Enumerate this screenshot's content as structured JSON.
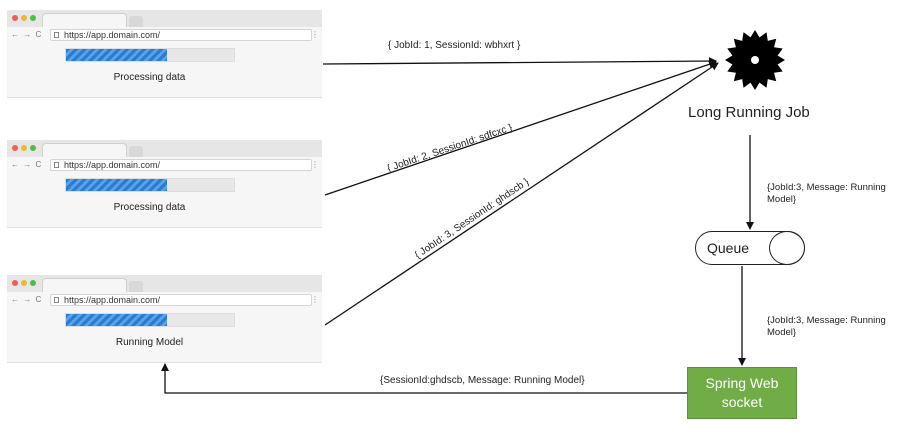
{
  "browsers": [
    {
      "url": "https://app.domain.com/",
      "status": "Processing data",
      "progress": 0.6
    },
    {
      "url": "https://app.domain.com/",
      "status": "Processing data",
      "progress": 0.6
    },
    {
      "url": "https://app.domain.com/",
      "status": "Running Model",
      "progress": 0.6
    }
  ],
  "edges": {
    "job1": "{ JobId: 1, SessionId: wbhxrt }",
    "job2": "{ JobId: 2, SessionId: sdfcxc }",
    "job3": "{ JobId: 3, SessionId: ghdscb }",
    "job_to_queue": "{JobId:3, Message: Running Model}",
    "queue_to_ws": "{JobId:3, Message: Running Model}",
    "ws_to_browser": "{SessionId:ghdscb, Message: Running Model}"
  },
  "nodes": {
    "job": "Long Running Job",
    "queue": "Queue",
    "websocket": "Spring Web socket"
  }
}
